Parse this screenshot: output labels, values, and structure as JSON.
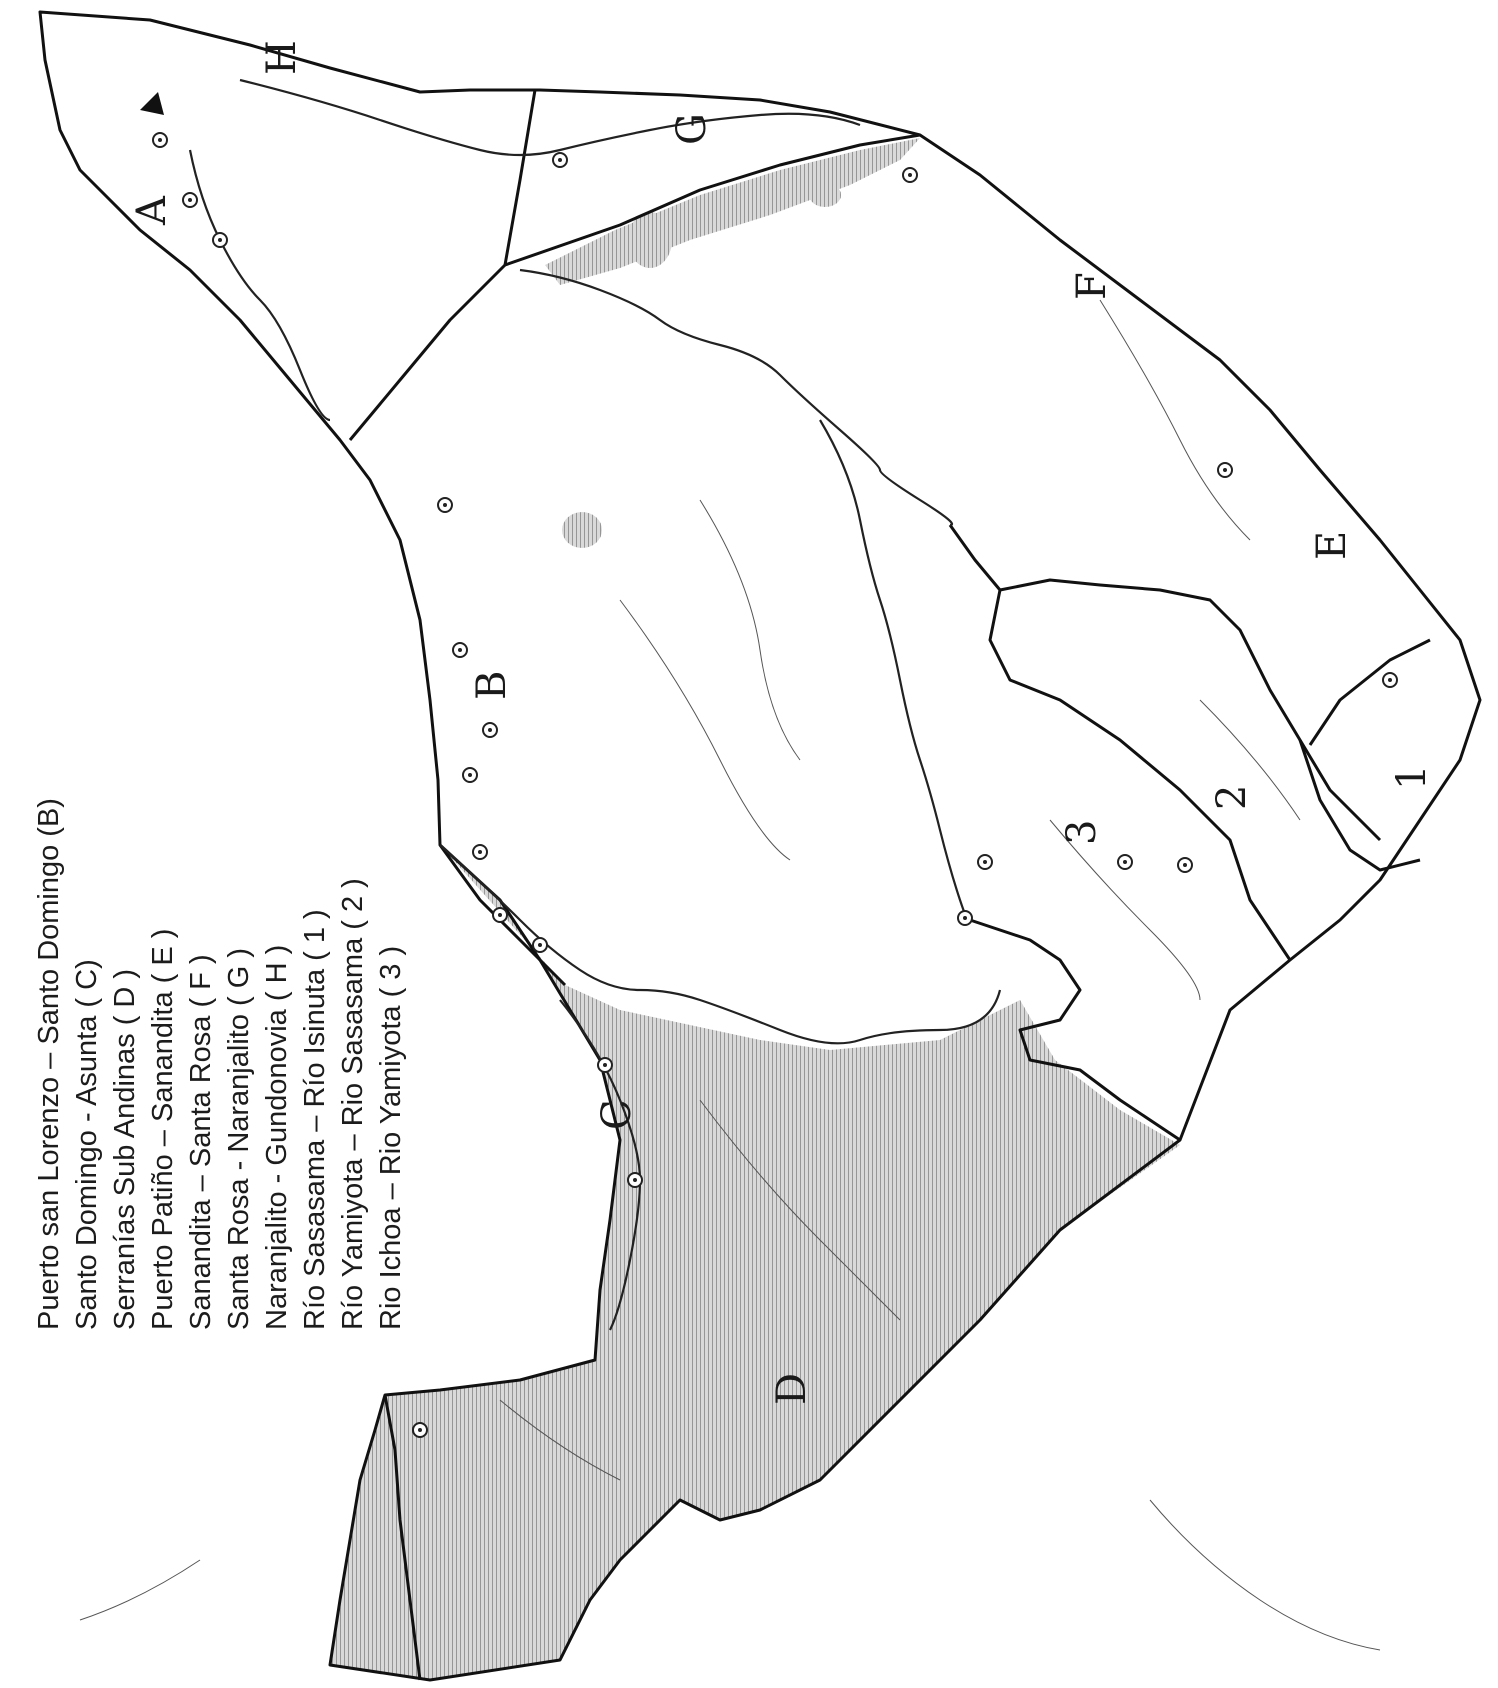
{
  "legend": [
    "Puerto san Lorenzo – Santo Domingo (B)",
    "Santo Domingo - Asunta ( C)",
    "Serranías Sub Andinas ( D )",
    "Puerto Patiño – Sanandita ( E )",
    "Sanandita – Santa Rosa ( F )",
    "Santa Rosa - Naranjalito ( G )",
    "Naranjalito - Gundonovia ( H )",
    "Río Sasasama – Río Isinuta ( 1 )",
    "Río Yamiyota – Rio Sasasama ( 2 )",
    "Rio Ichoa – Rio Yamiyota ( 3 )"
  ],
  "zone_labels": {
    "A": "A",
    "B": "B",
    "C": "C",
    "D": "D",
    "E": "E",
    "F": "F",
    "G": "G",
    "H": "H",
    "z1": "1",
    "z2": "2",
    "z3": "3"
  },
  "colors": {
    "ink": "#111111",
    "hatch": "#7a7a7a",
    "paper": "#ffffff"
  },
  "icons": [
    "triangle-marker-icon",
    "circle-dot-marker-icon"
  ]
}
